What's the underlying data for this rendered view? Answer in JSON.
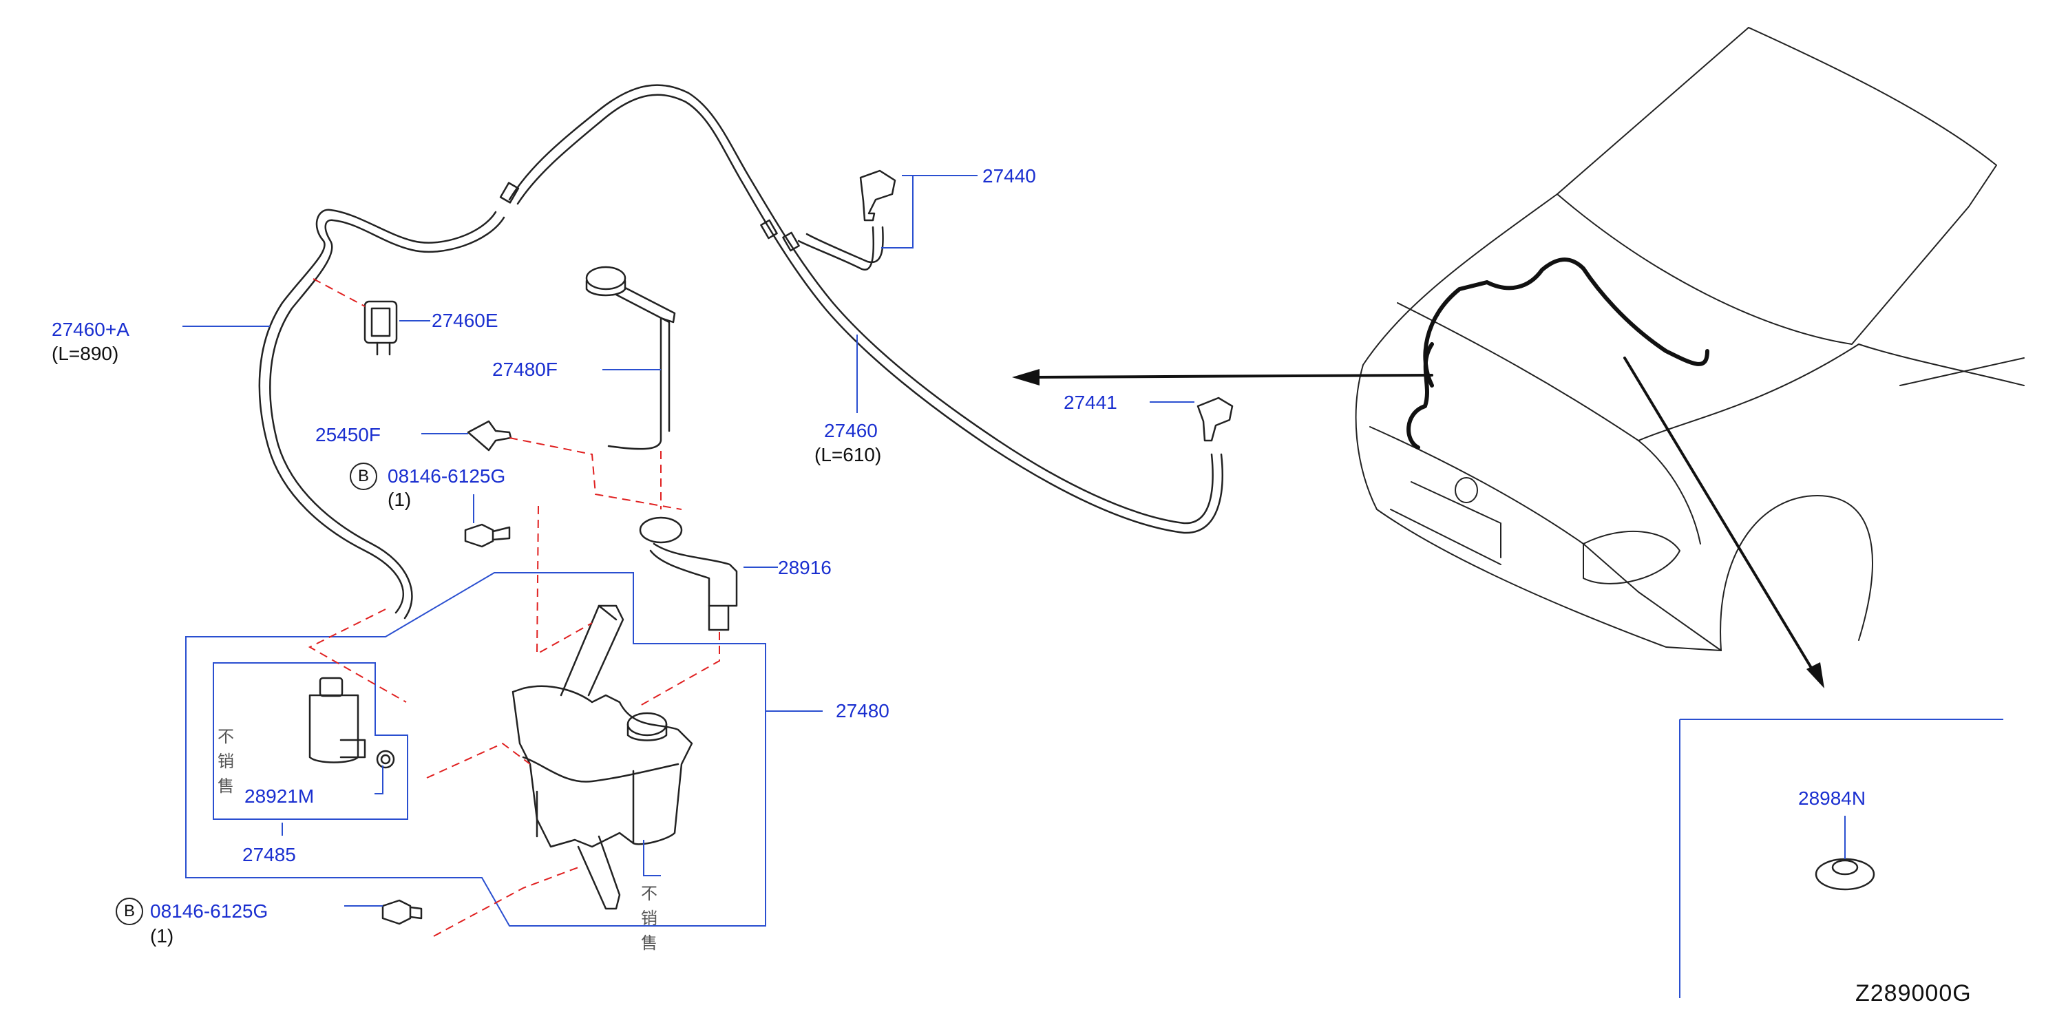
{
  "diagram": {
    "labels": {
      "p27460A": "27460+A",
      "p27460A_len": "(L=890)",
      "p27460E": "27460E",
      "p27480F": "27480F",
      "p25450F": "25450F",
      "p08146_top": "08146-6125G",
      "p08146_top_qty": "(1)",
      "p28916": "28916",
      "p27480": "27480",
      "p28921M": "28921M",
      "p27485": "27485",
      "p08146_bot": "08146-6125G",
      "p08146_bot_qty": "(1)",
      "p27440": "27440",
      "p27441": "27441",
      "p27460": "27460",
      "p27460_len": "(L=610)",
      "p28984N": "28984N",
      "not_for_sale_1": "不销售",
      "not_for_sale_2": "不销售",
      "ref_b_top": "B",
      "ref_b_bot": "B",
      "diagram_id": "Z289000G"
    },
    "colors": {
      "part_label": "#1a2fd0",
      "leader_line": "#2a4fd0",
      "dashed_ref": "#e02020",
      "drawing": "#222222"
    }
  }
}
